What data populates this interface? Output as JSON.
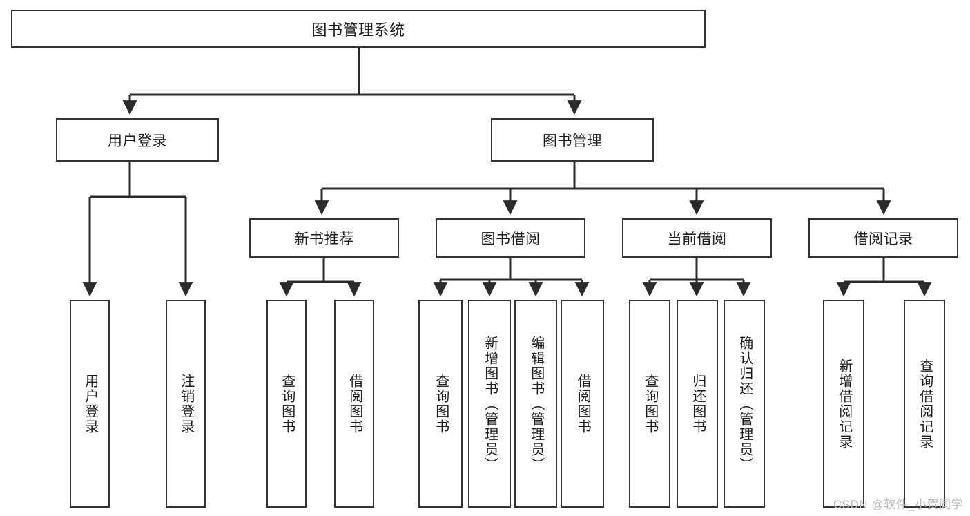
{
  "diagram": {
    "type": "hierarchy-tree",
    "title": "图书管理系统",
    "watermark": "CSDN @软件_小贺同学",
    "colors": {
      "box_border": "#333333",
      "box_fill": "#ffffff",
      "connector": "#2b2b2b",
      "text": "#1a1a1a",
      "watermark": "#b9b9b9"
    },
    "nodes": {
      "root": {
        "label": "图书管理系统",
        "level": 1
      },
      "l2": [
        {
          "id": "user-login",
          "label": "用户登录",
          "level": 2
        },
        {
          "id": "book-manage",
          "label": "图书管理",
          "level": 2
        }
      ],
      "l3": [
        {
          "id": "new-book-recommend",
          "label": "新书推荐",
          "level": 3,
          "parent": "book-manage"
        },
        {
          "id": "book-borrow",
          "label": "图书借阅",
          "level": 3,
          "parent": "book-manage"
        },
        {
          "id": "current-borrow",
          "label": "当前借阅",
          "level": 3,
          "parent": "book-manage"
        },
        {
          "id": "borrow-record",
          "label": "借阅记录",
          "level": 3,
          "parent": "book-manage"
        }
      ],
      "leaves": {
        "user_login": [
          {
            "id": "leaf-user-login",
            "label": "用户登录"
          },
          {
            "id": "leaf-user-logout",
            "label": "注销登录"
          }
        ],
        "new_book_recommend": [
          {
            "id": "leaf-query-book-1",
            "label": "查询图书"
          },
          {
            "id": "leaf-borrow-book-1",
            "label": "借阅图书"
          }
        ],
        "book_borrow": [
          {
            "id": "leaf-query-book-2",
            "label": "查询图书"
          },
          {
            "id": "leaf-add-book",
            "label": "新增图书（管理员）"
          },
          {
            "id": "leaf-edit-book",
            "label": "编辑图书（管理员）"
          },
          {
            "id": "leaf-borrow-book-2",
            "label": "借阅图书"
          }
        ],
        "current_borrow": [
          {
            "id": "leaf-query-book-3",
            "label": "查询图书"
          },
          {
            "id": "leaf-return-book",
            "label": "归还图书"
          },
          {
            "id": "leaf-confirm-return",
            "label": "确认归还（管理员）"
          }
        ],
        "borrow_record": [
          {
            "id": "leaf-add-record",
            "label": "新增借阅记录"
          },
          {
            "id": "leaf-query-record",
            "label": "查询借阅记录"
          }
        ]
      }
    }
  }
}
